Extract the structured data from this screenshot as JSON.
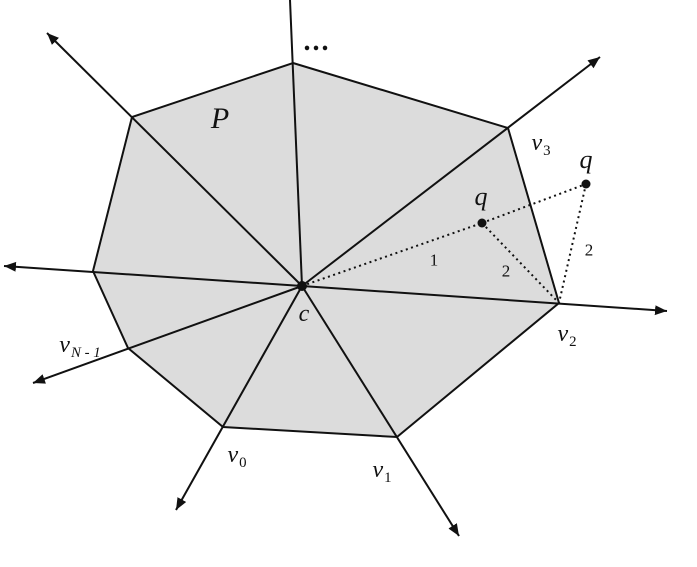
{
  "figure": {
    "colors": {
      "background": "#ffffff",
      "polygon_fill": "#dcdcdc",
      "line": "#000000",
      "point": "#000000"
    },
    "labels": {
      "polygon_name": "P",
      "center": "c",
      "ellipsis": "...",
      "query_inside": "q",
      "query_outside": "q",
      "v0": {
        "base": "v",
        "sub": "0"
      },
      "v1": {
        "base": "v",
        "sub": "1"
      },
      "v2": {
        "base": "v",
        "sub": "2"
      },
      "v3": {
        "base": "v",
        "sub": "3"
      },
      "vN1": {
        "base": "v",
        "sub": "N - 1"
      },
      "steps_c_to_q": "1",
      "steps_q_to_v2": "2",
      "steps_q2_to_v2": "2"
    }
  }
}
